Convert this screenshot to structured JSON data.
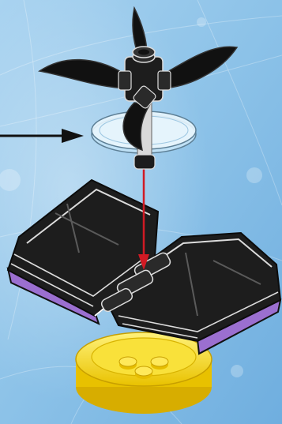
{
  "scene": {
    "type": "building-instruction-step",
    "background_color": "#8fc3e8",
    "accent_colors": {
      "brick_black": "#1a1a1a",
      "brick_purple": "#9b6fd0",
      "base_yellow": "#f2d21c",
      "disc_clear": "#dff0fb",
      "arrow_red": "#d11a24",
      "arrow_black": "#111111"
    },
    "parts": [
      {
        "name": "rotor-blades-assembly",
        "icon": "blades-icon"
      },
      {
        "name": "transparent-disc",
        "icon": "disc-icon"
      },
      {
        "name": "open-book-model",
        "icon": "book-icon"
      },
      {
        "name": "yellow-round-base",
        "icon": "base-icon"
      }
    ],
    "indicators": [
      {
        "name": "placement-arrow",
        "icon": "arrow-right-icon"
      },
      {
        "name": "attach-arrow",
        "icon": "arrow-down-icon"
      }
    ]
  }
}
